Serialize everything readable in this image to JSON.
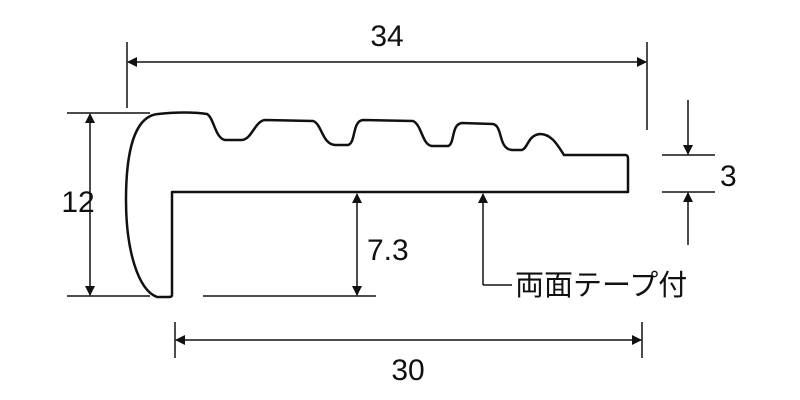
{
  "dimensions": {
    "overall_width": "34",
    "base_width": "30",
    "height": "12",
    "inner_height": "7.3",
    "top_step": "3"
  },
  "annotation": {
    "tape_label": "両面テープ付"
  },
  "colors": {
    "line": "#111111",
    "background": "#ffffff"
  }
}
